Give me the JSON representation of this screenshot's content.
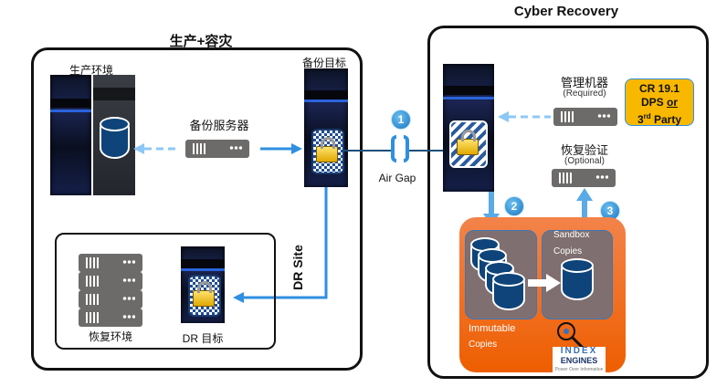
{
  "left_panel": {
    "title": "生产+容灾",
    "production": {
      "label": "生产环境"
    },
    "backup_server": {
      "label": "备份服务器"
    },
    "backup_target": {
      "label": "备份目标"
    },
    "dr_site": {
      "label": "DR Site",
      "recovery_env": {
        "label": "恢复环境"
      },
      "dr_target": {
        "label": "DR 目标"
      }
    }
  },
  "air_gap": {
    "label": "Air Gap",
    "step": "1"
  },
  "right_panel": {
    "title": "Cyber Recovery",
    "management": {
      "label": "管理机器",
      "note": "(Required)"
    },
    "verification": {
      "label": "恢复验证",
      "note": "(Optional)"
    },
    "product_box": {
      "line1": "CR 19.1",
      "line2_a": "DPS ",
      "line2_b": "or",
      "line3_a": "3",
      "line3_sup": "rd",
      "line3_b": " Party"
    },
    "steps": {
      "two": "2",
      "three": "3"
    },
    "immutable": {
      "line1": "Immutable",
      "line2": "Copies"
    },
    "sandbox": {
      "line1": "Sandbox",
      "line2": "Copies"
    },
    "logo": {
      "line1": "INDEX",
      "line2": "ENGINES",
      "tagline": "Power Over Information"
    }
  },
  "colors": {
    "arrow_blue": "#2f8fe0",
    "dashed_blue": "#8cc8f5",
    "orange": "#f06a1a",
    "product_box_fill": "#f8b800",
    "cylinder_blue": "#0e4479"
  }
}
